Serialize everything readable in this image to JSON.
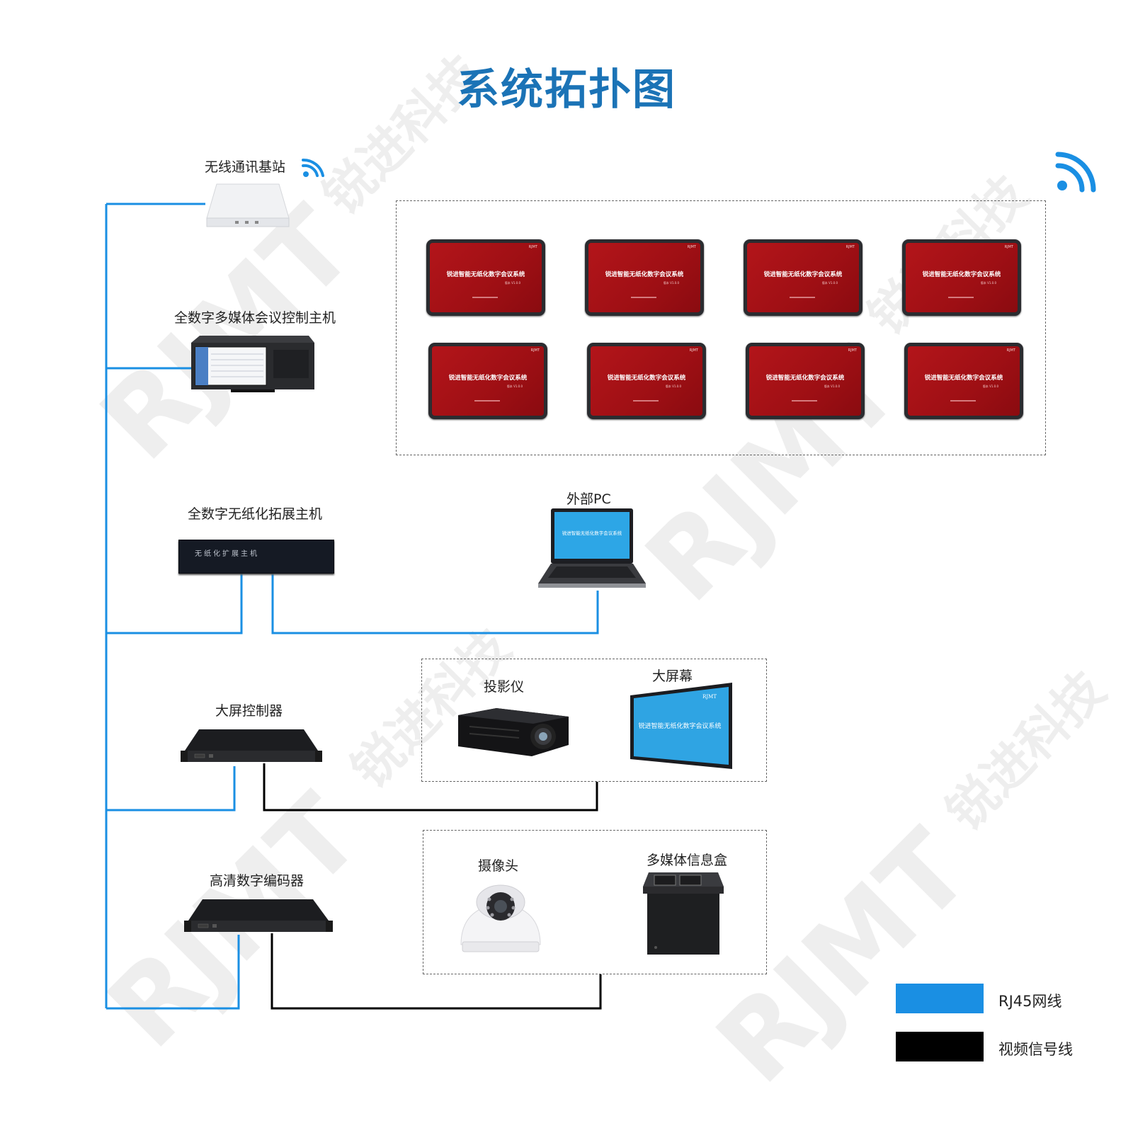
{
  "title": "系统拓扑图",
  "devices": {
    "wireless_base_station": "无线通讯基站",
    "control_host": "全数字多媒体会议控制主机",
    "expansion_host": "全数字无纸化拓展主机",
    "expansion_host_panel_text": "无纸化扩展主机",
    "external_pc": "外部PC",
    "projector": "投影仪",
    "big_screen": "大屏幕",
    "screen_controller": "大屏控制器",
    "hd_encoder": "高清数字编码器",
    "camera": "摄像头",
    "media_box": "多媒体信息盒"
  },
  "tablet_screen": {
    "brand": "RJMT",
    "title": "锐进智能无纸化数字会议系统",
    "version": "版本 V1.0.0"
  },
  "legend": {
    "rj45_label": "RJ45网线",
    "rj45_color": "#1a8fe3",
    "video_label": "视频信号线",
    "video_color": "#000000"
  },
  "watermark": {
    "brand": "RJMT",
    "cn": "锐进科技"
  }
}
